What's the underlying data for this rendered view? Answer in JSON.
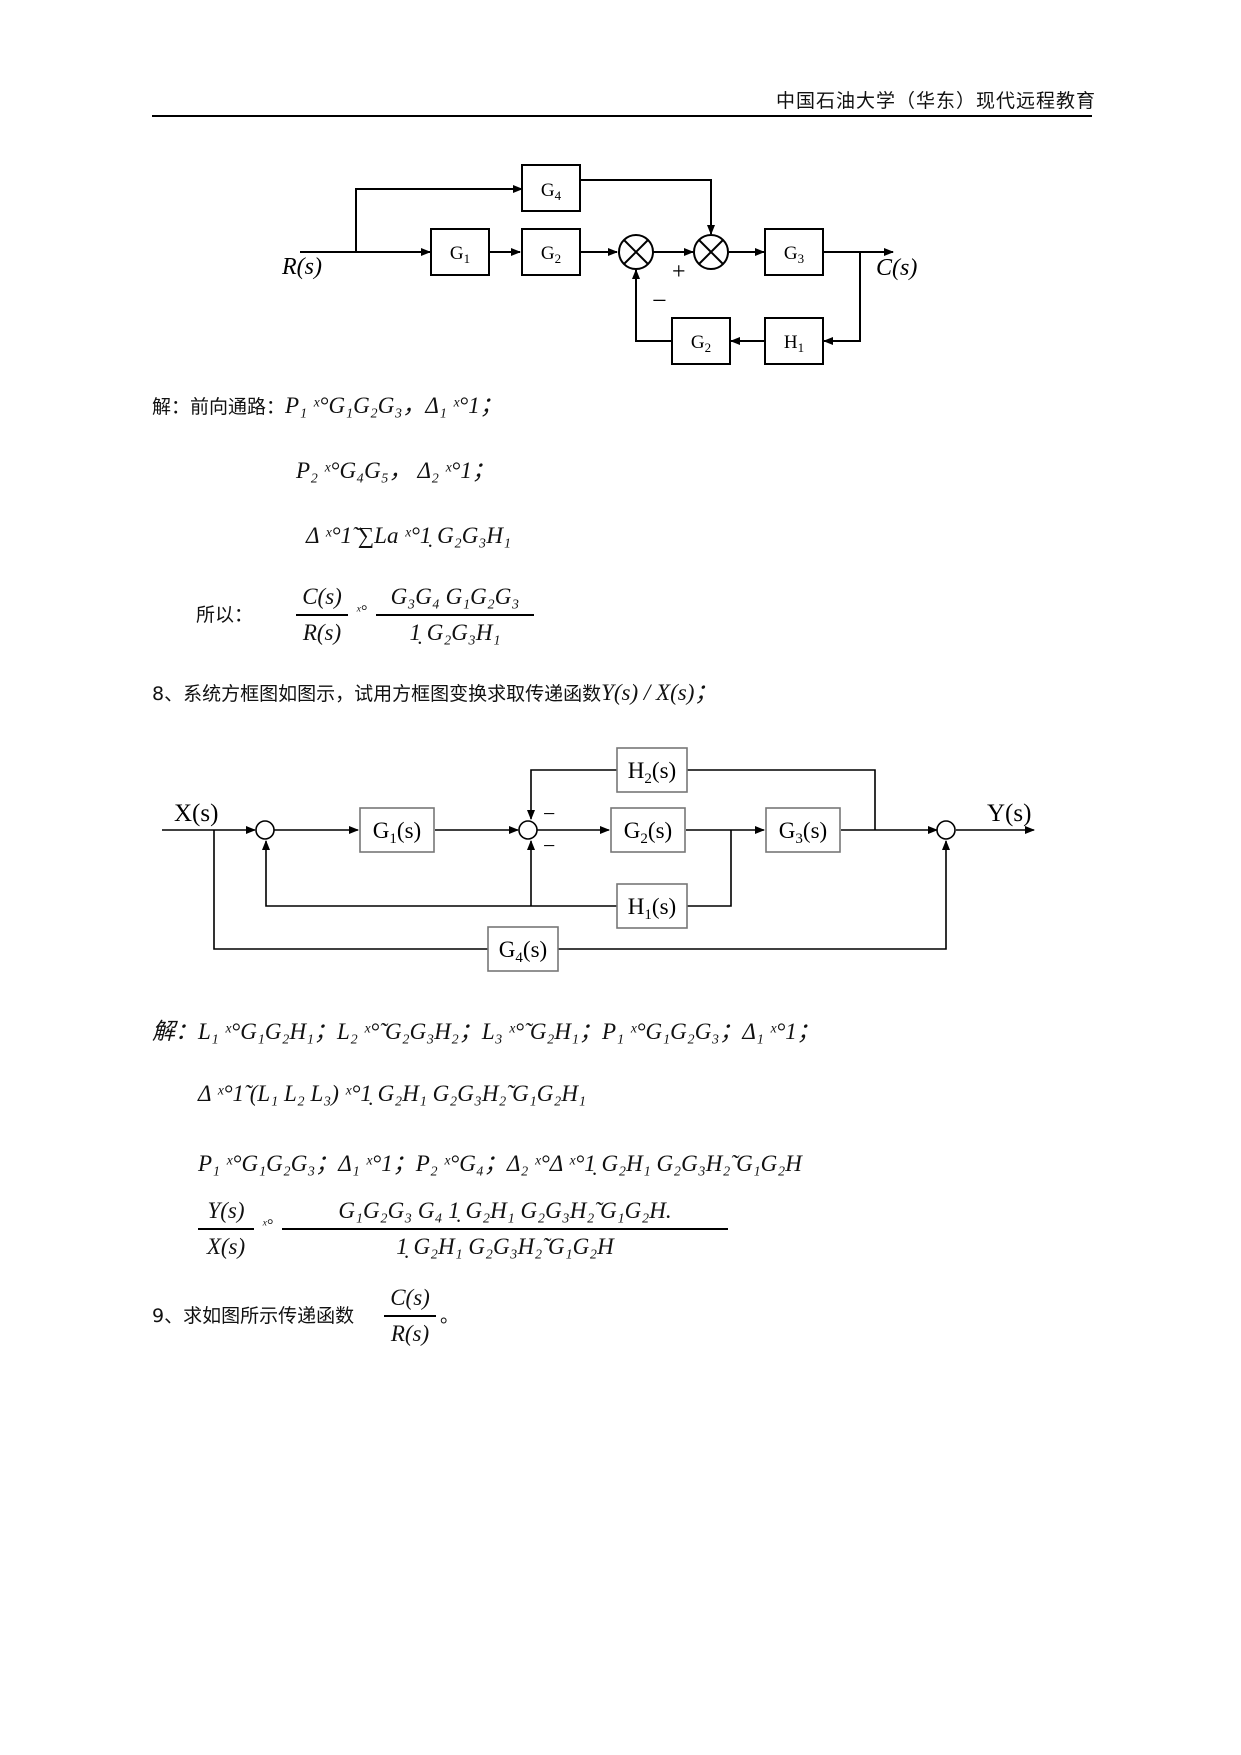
{
  "header": {
    "institution": "中国石油大学（华东）现代远程教育"
  },
  "diagram1": {
    "input": "R(s)",
    "output": "C(s)",
    "blocks": [
      "G4",
      "G1",
      "G2",
      "G3",
      "G2",
      "H1"
    ],
    "plus_sign": "+",
    "minus_sign": "−"
  },
  "solution1": {
    "label": "解：前向通路：",
    "line1": "P₁ ˣ°G₁G₂G₃，Δ₁ ˣ°1；",
    "line2": "P₂ ˣ°G₄G₅，    Δ₂ ˣ°1；",
    "line3": "Δ ˣ°1̃   ∑La ˣ°1̣   G₂G₃H₁",
    "so_label": "所以：",
    "frac_lhs_num": "C(s)",
    "frac_lhs_den": "R(s)",
    "frac_eq": "ˣ°",
    "frac_rhs_num": "G₃G₄   G₁G₂G₃",
    "frac_rhs_den": "1̣   G₂G₃H₁"
  },
  "question8": {
    "text": "8、系统方框图如图示，试用方框图变换求取传递函数",
    "formula": "Y(s) / X(s)；"
  },
  "diagram2": {
    "input": "X(s)",
    "output": "Y(s)",
    "blocks": [
      "G1(s)",
      "G2(s)",
      "G3(s)",
      "H2(s)",
      "H1(s)",
      "G4(s)"
    ],
    "minus_sign": "−"
  },
  "solution2": {
    "line1": "解：L₁ ˣ°G₁G₂H₁；L₂ ˣ°̃  G₂G₃H₂；L₃ ˣ°̃  G₂H₁；P₁ ˣ°G₁G₂G₃；Δ₁ ˣ°1；",
    "line2": "Δ ˣ°1̃   (L₁   L₂   L₃) ˣ°1̣   G₂H₁   G₂G₃H₂̃   G₁G₂H₁",
    "line3": "P₁ ˣ°G₁G₂G₃；Δ₁ ˣ°1；P₂ ˣ°G₄；Δ₂ ˣ°Δ ˣ°1̣   G₂H₁   G₂G₃H₂̃   G₁G₂H",
    "frac_lhs_num": "Y(s)",
    "frac_lhs_den": "X(s)",
    "frac_eq": "ˣ°",
    "frac_rhs_num": "G₁G₂G₃   G₄ 1̣   G₂H₁   G₂G₃H₂̃   G₁G₂H.",
    "frac_rhs_den": "1̣   G₂H₁   G₂G₃H₂̃   G₁G₂H"
  },
  "question9": {
    "text": "9、求如图所示传递函数",
    "frac_num": "C(s)",
    "frac_den": "R(s)",
    "end": "。"
  }
}
